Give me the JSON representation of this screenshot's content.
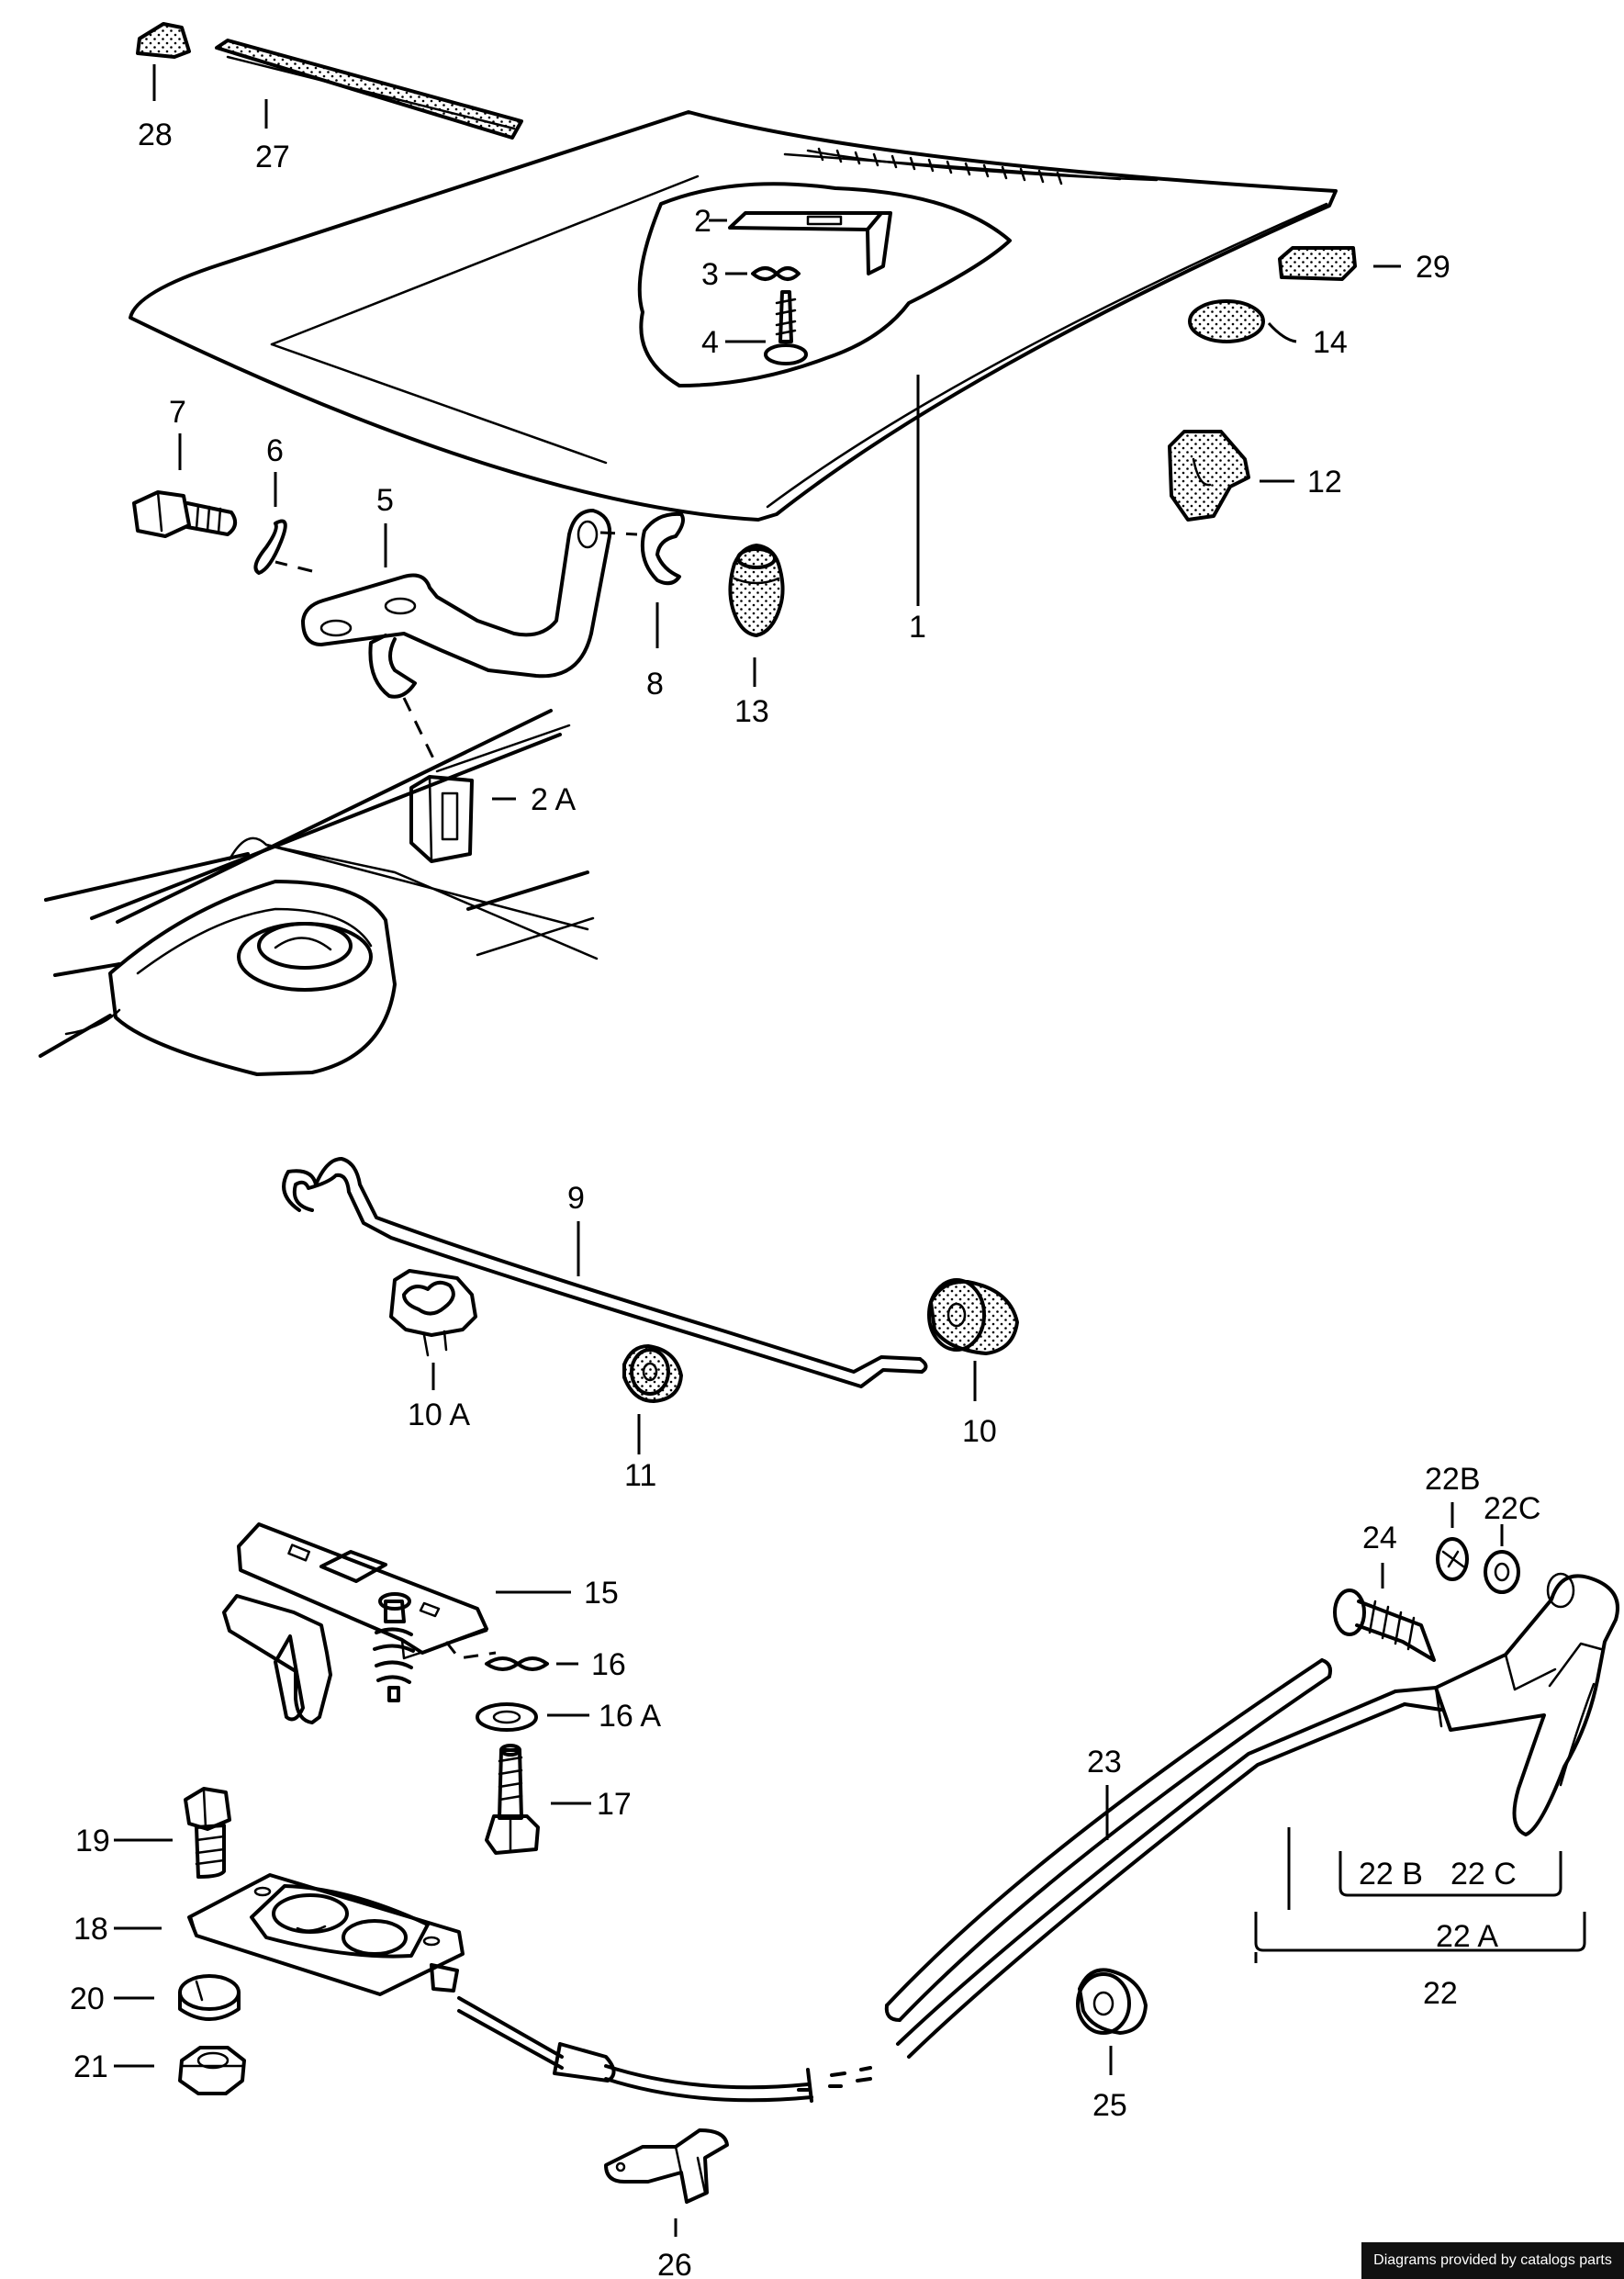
{
  "labels": {
    "p28": "28",
    "p27": "27",
    "p2": "2",
    "p3": "3",
    "p4": "4",
    "p29": "29",
    "p14": "14",
    "p7": "7",
    "p6": "6",
    "p5": "5",
    "p12": "12",
    "p8": "8",
    "p13": "13",
    "p1": "1",
    "p2a": "2 A",
    "p9": "9",
    "p10a": "10 A",
    "p11": "11",
    "p10": "10",
    "p22b_top": "22B",
    "p22c_top": "22C",
    "p24": "24",
    "p15": "15",
    "p16": "16",
    "p16a": "16 A",
    "p17": "17",
    "p23": "23",
    "p19": "19",
    "p18": "18",
    "p20": "20",
    "p21": "21",
    "p22b_bottom": "22 B",
    "p22c_bottom": "22 C",
    "p22a": "22 A",
    "p22": "22",
    "p25": "25",
    "p26": "26"
  },
  "credit": "Diagrams provided by catalogs parts"
}
